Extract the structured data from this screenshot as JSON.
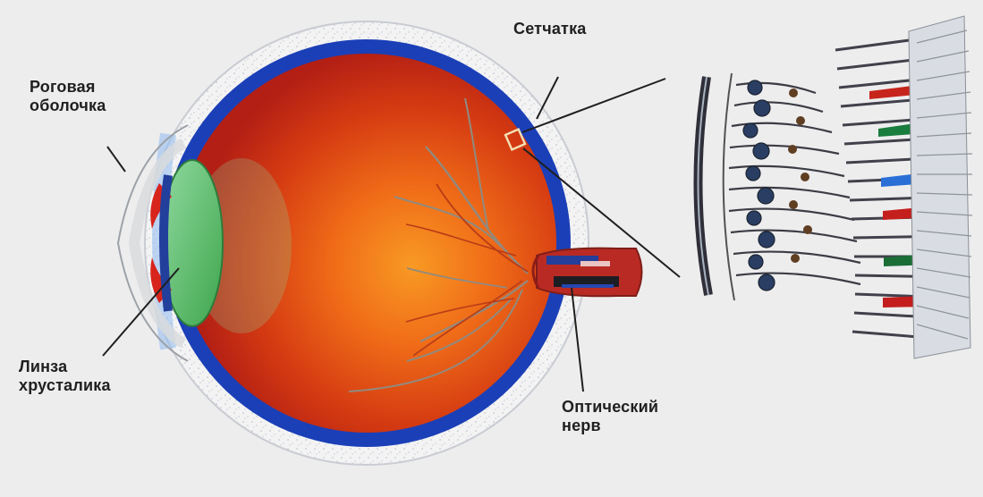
{
  "labels": {
    "retina": "Сетчатка",
    "cornea_line1": "Роговая",
    "cornea_line2": "оболочка",
    "lens_line1": "Линза",
    "lens_line2": "хрусталика",
    "optic_nerve_line1": "Оптический",
    "optic_nerve_line2": "нерв"
  },
  "colors": {
    "background": "#ededee",
    "sclera": "#f3f3f4",
    "dots": "#b8bcc6",
    "choroid": "#1b3fb7",
    "eye_interior": "#d63512",
    "inner_glow": "#f26b13",
    "lens": "#66c06c",
    "vessels": "#8f8a7b",
    "nerve": "#a92d20",
    "retina_wall": "#2a2a33",
    "text": "#202020"
  }
}
